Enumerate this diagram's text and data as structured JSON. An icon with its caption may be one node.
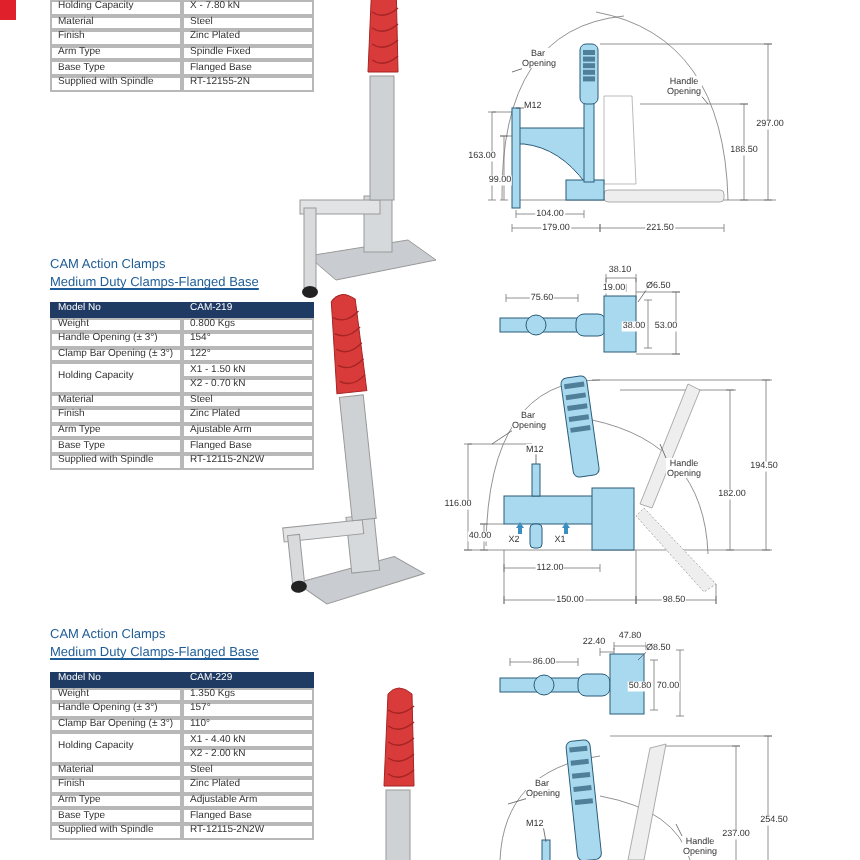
{
  "diagram": {
    "nodes": [
      {
        "text": [
          "Bar Opening"
        ]
      },
      {
        "text": [
          "Handle Opening"
        ]
      },
      {
        "text": [
          "M12"
        ]
      },
      {
        "text": [
          "Ø6.50"
        ]
      },
      {
        "text": [
          "Bar Opening"
        ]
      },
      {
        "text": [
          "M12"
        ]
      },
      {
        "text": [
          "Handle Opening"
        ]
      },
      {
        "text": [
          "Ø8.50"
        ]
      },
      {
        "text": [
          "Bar Opening"
        ]
      },
      {
        "text": [
          "M12"
        ]
      },
      {
        "text": [
          "Handle Opening"
        ]
      }
    ],
    "edges": [
      {
        "from": 0,
        "to": null,
        "arrow": "none"
      },
      {
        "from": 1,
        "to": null,
        "arrow": "none"
      },
      {
        "from": 2,
        "to": null,
        "arrow": "none"
      },
      {
        "from": 3,
        "to": null,
        "arrow": "none"
      },
      {
        "from": 4,
        "to": null,
        "arrow": "none"
      },
      {
        "from": 5,
        "to": null,
        "arrow": "none"
      },
      {
        "from": 6,
        "to": null,
        "arrow": "none"
      },
      {
        "from": 7,
        "to": null,
        "arrow": "none"
      },
      {
        "from": 8,
        "to": null,
        "arrow": "none"
      },
      {
        "from": 9,
        "to": null,
        "arrow": "none"
      },
      {
        "from": 10,
        "to": null,
        "arrow": "none"
      }
    ],
    "labels": [
      "Holding Capacity",
      "X - 7.80 kN",
      "Material",
      "Steel",
      "Finish",
      "Zinc Plated",
      "Arm Type",
      "Spindle Fixed",
      "Base Type",
      "Flanged Base",
      "Supplied with Spindle",
      "RT-12155-2N",
      "CAM Action Clamps",
      "Medium Duty Clamps-Flanged Base",
      "Model No",
      "CAM-219",
      "Weight",
      "0.800 Kgs",
      "Handle Opening (± 3°)",
      "154°",
      "Clamp Bar Opening (± 3°)",
      "122°",
      "Holding Capacity",
      "X1 - 1.50 kN",
      "X2 - 0.70 kN",
      "Material",
      "Steel",
      "Finish",
      "Zinc Plated",
      "Arm Type",
      "Ajustable Arm",
      "Base Type",
      "Flanged Base",
      "Supplied with Spindle",
      "RT-12115-2N2W",
      "CAM Action Clamps",
      "Medium Duty Clamps-Flanged Base",
      "Model No",
      "CAM-229",
      "Weight",
      "1.350 Kgs",
      "Handle Opening (± 3°)",
      "157°",
      "Clamp Bar Opening (± 3°)",
      "110°",
      "Holding Capacity",
      "X1 - 4.40 kN",
      "X2 - 2.00 kN",
      "Material",
      "Steel",
      "Finish",
      "Zinc Plated",
      "Arm Type",
      "Adjustable Arm",
      "Base Type",
      "Flanged Base",
      "Supplied with Spindle",
      "RT-12115-2N2W",
      "297.00",
      "188.50",
      "163.00",
      "99.00",
      "104.00",
      "179.00",
      "221.50",
      "38.10",
      "19.00",
      "75.60",
      "38.00",
      "53.00",
      "182.00",
      "194.50",
      "116.00",
      "40.00",
      "X2",
      "X1",
      "112.00",
      "150.00",
      "98.50",
      "22.40",
      "47.80",
      "86.00",
      "50.80",
      "70.00",
      "237.00",
      "254.50"
    ]
  }
}
